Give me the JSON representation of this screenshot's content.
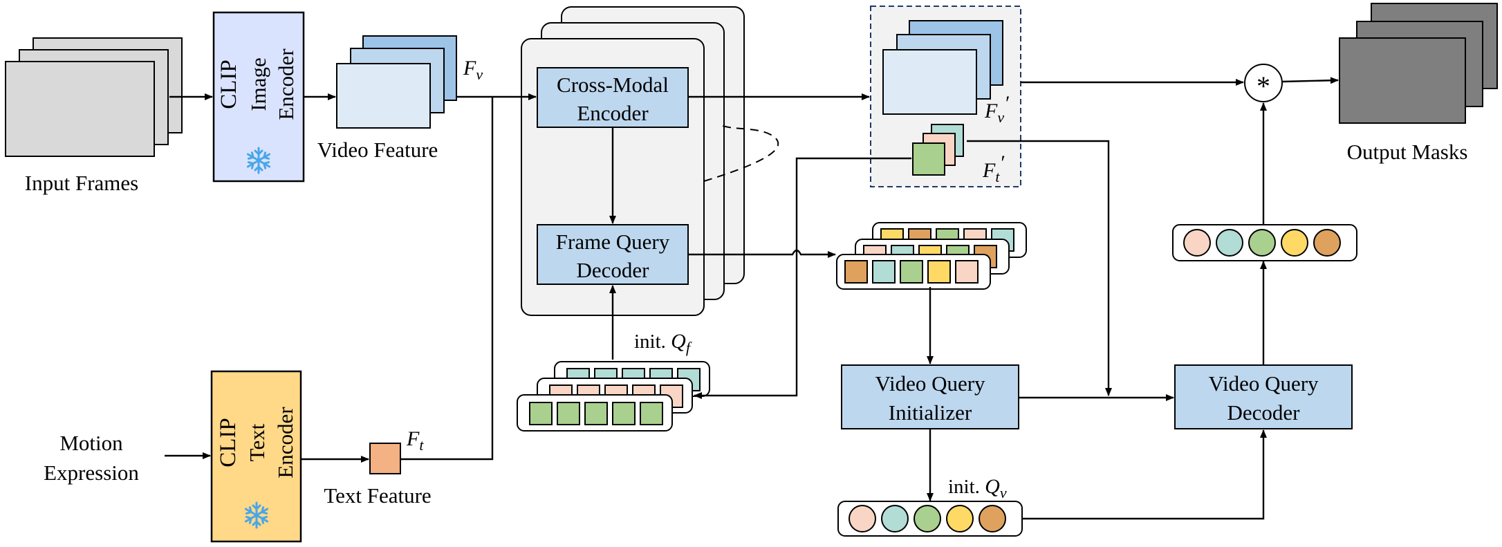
{
  "input": {
    "label": "Input Frames",
    "frame_color": "#d9d9d9"
  },
  "image_encoder": {
    "line1": "CLIP",
    "line2": "Image",
    "line3": "Encoder",
    "color": "#dae3fd",
    "icon": "snowflake-icon"
  },
  "video_feature": {
    "label": "Video Feature",
    "symbol": "F",
    "sub": "v",
    "colors": [
      "#9dc3e6",
      "#bdd7ee",
      "#deebf7"
    ]
  },
  "motion": {
    "line1": "Motion",
    "line2": "Expression"
  },
  "text_encoder": {
    "line1": "CLIP",
    "line2": "Text",
    "line3": "Encoder",
    "color": "#ffd888",
    "icon": "snowflake-icon"
  },
  "text_feature": {
    "label": "Text Feature",
    "symbol": "F",
    "sub": "t",
    "color": "#f4b183"
  },
  "cross_modal": {
    "line1": "Cross-Modal",
    "line2": "Encoder",
    "color": "#bdd7ee"
  },
  "frame_query_decoder": {
    "line1": "Frame Query",
    "line2": "Decoder",
    "color": "#bdd7ee"
  },
  "init_qf": {
    "prefix": "init. ",
    "symbol": "Q",
    "sub": "f"
  },
  "enhanced": {
    "fv_symbol": "F",
    "fv_sub": "v",
    "ft_symbol": "F",
    "ft_sub": "t",
    "prime": "′"
  },
  "video_query_initializer": {
    "line1": "Video Query",
    "line2": "Initializer",
    "color": "#bdd7ee"
  },
  "video_query_decoder": {
    "line1": "Video Query",
    "line2": "Decoder",
    "color": "#bdd7ee"
  },
  "init_qv": {
    "prefix": "init. ",
    "symbol": "Q",
    "sub": "v"
  },
  "multiply": {
    "symbol": "*"
  },
  "output": {
    "label": "Output Masks",
    "color": "#7f7f7f"
  },
  "token_colors": [
    "#f8d5c4",
    "#b2dcd6",
    "#a9d08e",
    "#ffd966",
    "#dfa15e"
  ]
}
